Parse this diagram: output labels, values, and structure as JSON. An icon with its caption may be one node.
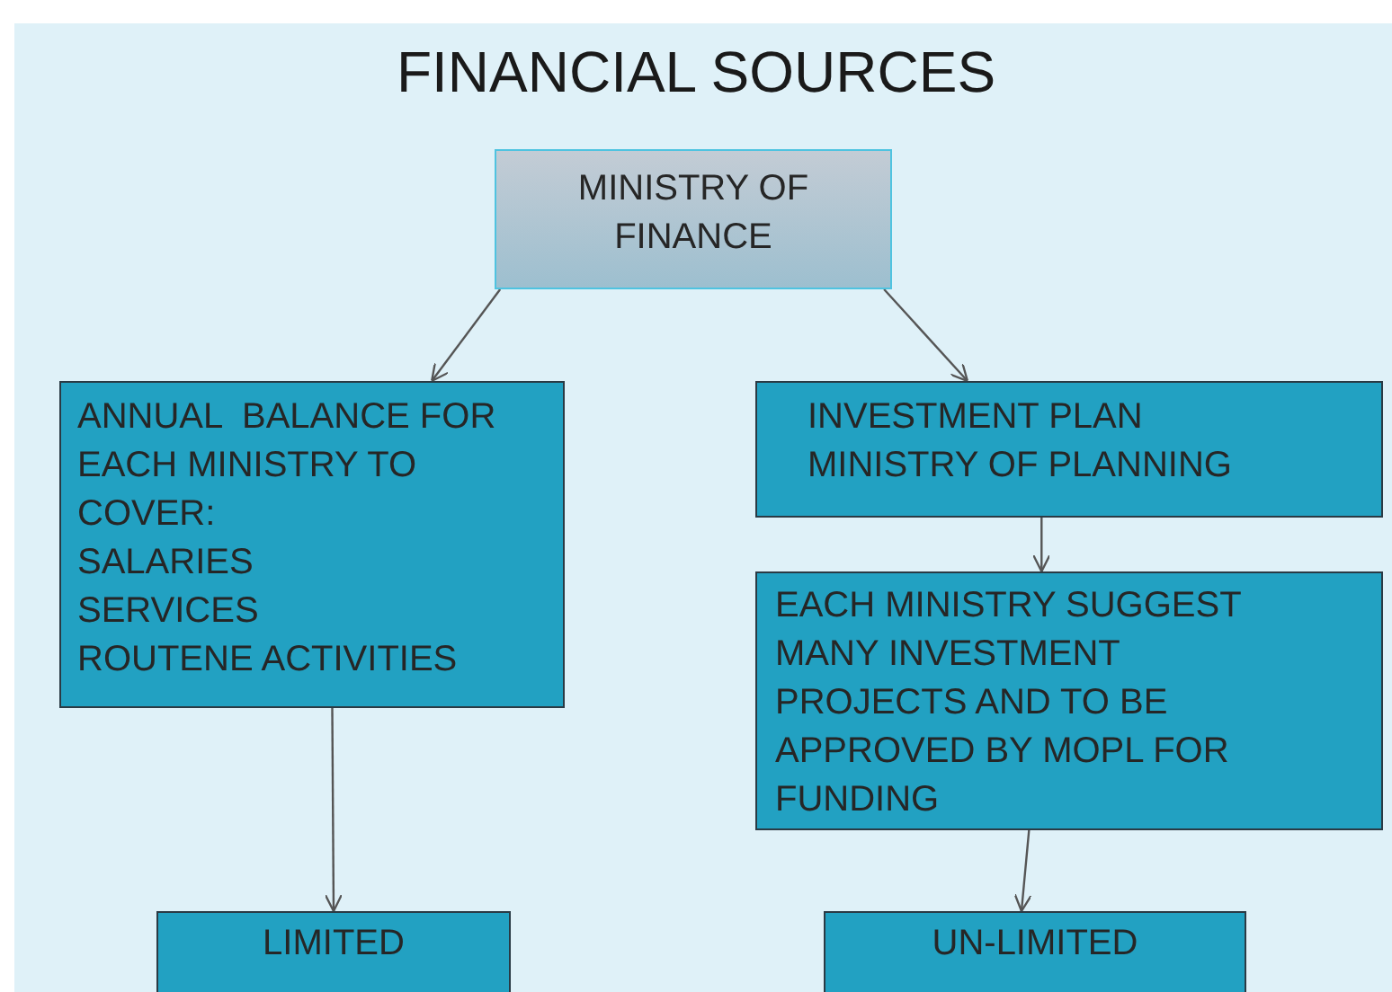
{
  "diagram": {
    "title": "FINANCIAL SOURCES",
    "nodes": [
      {
        "text": [
          "MINISTRY OF FINANCE"
        ]
      },
      {
        "text": [
          "ANNUAL  BALANCE FOR EACH MINISTRY TO COVER:",
          "SALARIES",
          "SERVICES",
          "ROUTENE ACTIVITIES"
        ]
      },
      {
        "text": [
          "INVESTMENT PLAN",
          "MINISTRY OF PLANNING"
        ]
      },
      {
        "text": [
          "EACH MINISTRY SUGGEST MANY INVESTMENT PROJECTS AND TO BE APPROVED BY MOPL FOR FUNDING"
        ]
      },
      {
        "text": [
          "LIMITED"
        ]
      },
      {
        "text": [
          "UN-LIMITED"
        ]
      }
    ],
    "edges": [
      {
        "from": 0,
        "to": 1,
        "arrow": "to"
      },
      {
        "from": 0,
        "to": 2,
        "arrow": "to"
      },
      {
        "from": 1,
        "to": 4,
        "arrow": "to"
      },
      {
        "from": 2,
        "to": 3,
        "arrow": "to"
      },
      {
        "from": 3,
        "to": 5,
        "arrow": "to"
      }
    ]
  }
}
